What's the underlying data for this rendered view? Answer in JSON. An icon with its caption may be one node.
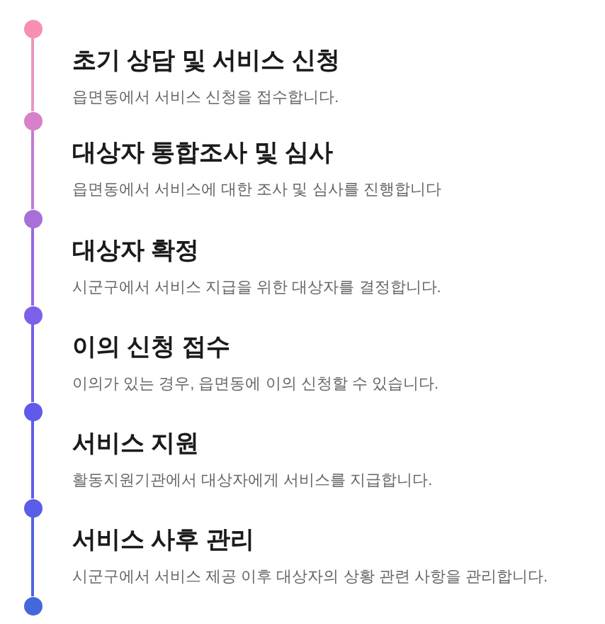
{
  "diagram": {
    "nodes": [
      {
        "text": [],
        "shape": "circle"
      },
      {
        "text": [
          "초기 상담 및 서비스 신청",
          "읍면동에서 서비스 신청을 접수합니다."
        ]
      },
      {
        "text": [],
        "shape": "circle"
      },
      {
        "text": [
          "대상자 통합조사 및 심사",
          "읍면동에서 서비스에 대한 조사 및 심사를 진행합니다"
        ]
      },
      {
        "text": [],
        "shape": "circle"
      },
      {
        "text": [
          "대상자 확정",
          "시군구에서 서비스 지급을 위한 대상자를 결정합니다."
        ]
      },
      {
        "text": [],
        "shape": "circle"
      },
      {
        "text": [
          "이의 신청 접수",
          "이의가 있는 경우, 읍면동에 이의 신청할 수 있습니다."
        ]
      },
      {
        "text": [],
        "shape": "circle"
      },
      {
        "text": [
          "서비스 지원",
          "활동지원기관에서 대상자에게 서비스를 지급합니다."
        ]
      },
      {
        "text": [],
        "shape": "circle"
      },
      {
        "text": [
          "서비스 사후 관리",
          "시군구에서 서비스 제공 이후 대상자의 상황 관련 사항을 관리합니다."
        ]
      },
      {
        "text": [],
        "shape": "circle"
      }
    ],
    "edges": [
      {
        "from": 0,
        "to": 2,
        "arrow": "none",
        "color": "#ea97c0"
      },
      {
        "from": 2,
        "to": 4,
        "arrow": "none",
        "color": "#c27bd2"
      },
      {
        "from": 4,
        "to": 6,
        "arrow": "none",
        "color": "#9468df"
      },
      {
        "from": 6,
        "to": 8,
        "arrow": "none",
        "color": "#735fe8"
      },
      {
        "from": 8,
        "to": 10,
        "arrow": "none",
        "color": "#5d5ce8"
      },
      {
        "from": 10,
        "to": 12,
        "arrow": "none",
        "color": "#5262e0"
      }
    ]
  }
}
